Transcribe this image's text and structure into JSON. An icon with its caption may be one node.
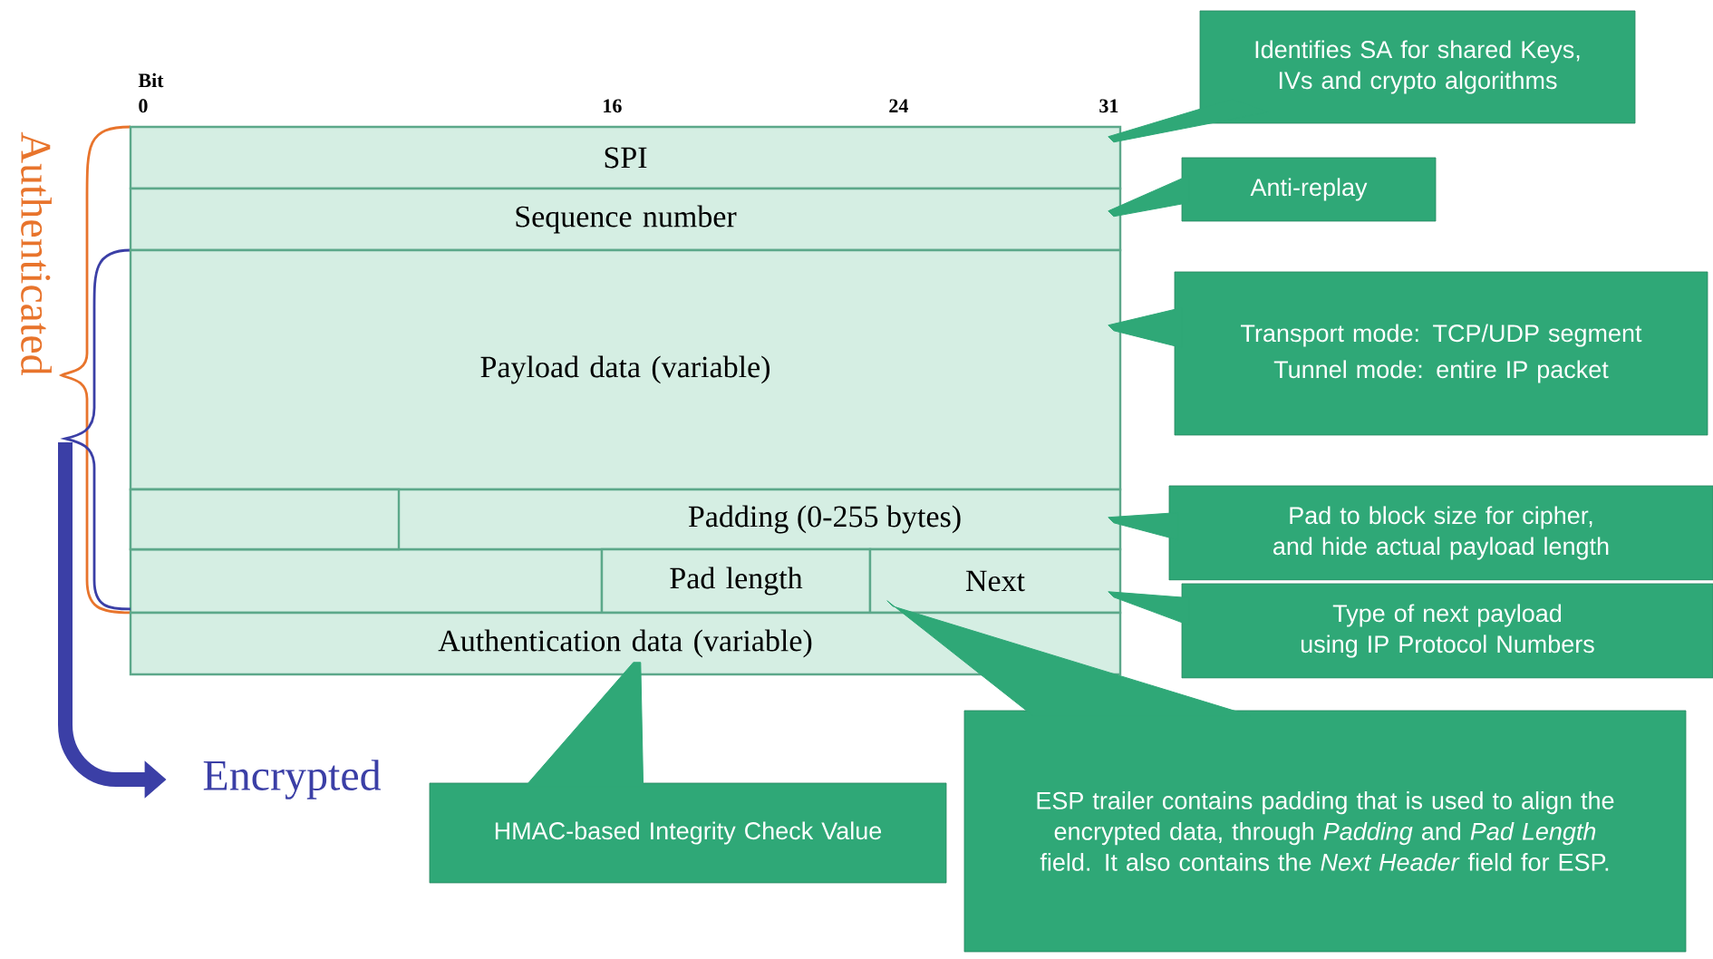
{
  "diagram": {
    "nodes": [
      {
        "text": [
          "SPI"
        ]
      },
      {
        "text": [
          "Sequence number"
        ]
      },
      {
        "text": [
          "Payload data (variable)"
        ]
      },
      {
        "text": [
          "Padding (0-255 bytes)"
        ]
      },
      {
        "text": [],
        "shape": "box",
        "in": 3
      },
      {
        "text": [
          "Pad length"
        ]
      },
      {
        "text": [
          "Next"
        ]
      },
      {
        "text": [
          "Authentication data (variable)"
        ]
      },
      {
        "text": [
          "Identifies SA for shared Keys, IVs and crypto algorithms"
        ]
      },
      {
        "text": [
          "Anti-replay"
        ]
      },
      {
        "text": [
          "Transport mode: TCP/UDP segment",
          "Tunnel mode: entire IP packet"
        ]
      },
      {
        "text": [
          "Pad to block size for cipher, and hide actual payload length"
        ]
      },
      {
        "text": [
          "Type of next payload using IP Protocol Numbers"
        ]
      },
      {
        "text": [
          "ESP trailer contains padding that is used to align the encrypted data, through *Padding* and *Pad Length* field. It also contains the *Next Header* field for ESP."
        ]
      },
      {
        "text": [
          "HMAC-based Integrity Check Value"
        ]
      },
      {
        "text": [
          "Encrypted"
        ]
      }
    ],
    "edges": [
      {
        "from": 8,
        "to": 0,
        "arrow": "none"
      },
      {
        "from": 9,
        "to": 1,
        "arrow": "none"
      },
      {
        "from": 10,
        "to": 2,
        "arrow": "none"
      },
      {
        "from": 11,
        "to": 3,
        "arrow": "none"
      },
      {
        "from": 12,
        "to": 6,
        "arrow": "none"
      },
      {
        "from": 13,
        "to": 5,
        "arrow": "none"
      },
      {
        "from": 14,
        "to": 7,
        "arrow": "none"
      },
      {
        "from": null,
        "to": 15,
        "arrow": "to",
        "color": "#3b3fa6"
      }
    ],
    "labels": [
      "Bit",
      "0",
      "16",
      "24",
      "31",
      "Authenticated"
    ]
  }
}
